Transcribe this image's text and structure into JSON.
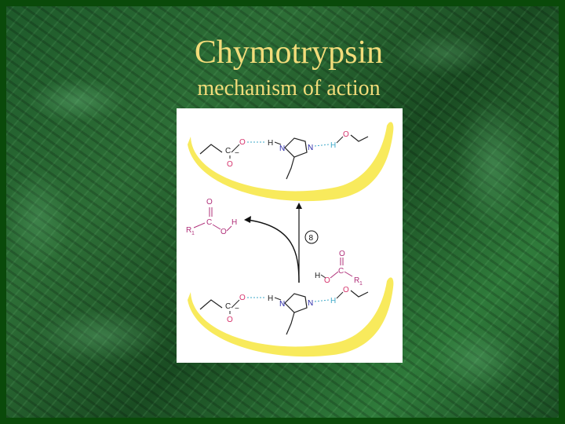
{
  "slide": {
    "title": "Chymotrypsin",
    "subtitle": "mechanism of action"
  },
  "figure": {
    "step_number": "8",
    "colors": {
      "enzyme_band": "#f7e84a",
      "backbone": "#222222",
      "oxygen": "#d6336c",
      "nitrogen": "#2a2aa8",
      "hydrogen_bond": "#3fa9c9",
      "substrate": "#b0307a"
    },
    "top_panel": {
      "atoms": [
        "C",
        "O",
        "O",
        "H",
        "N",
        "N",
        "H",
        "O"
      ],
      "charge": "−"
    },
    "released_product": {
      "atoms": [
        "O",
        "C",
        "R",
        "1",
        "O",
        "H"
      ]
    },
    "incoming_group": {
      "atoms": [
        "O",
        "C",
        "R",
        "1",
        "O",
        "H"
      ]
    },
    "bottom_panel": {
      "atoms": [
        "C",
        "O",
        "O",
        "H",
        "N",
        "N",
        "H",
        "O"
      ],
      "charge": "−"
    }
  }
}
